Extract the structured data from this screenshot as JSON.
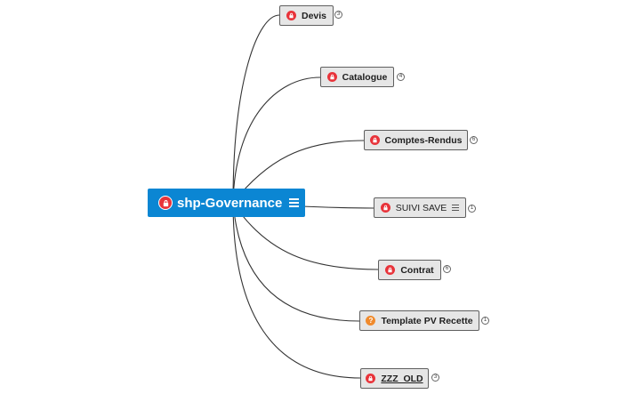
{
  "root": {
    "label": "shp-Governance",
    "icon": "lock-icon",
    "has_notes": true
  },
  "topics": [
    {
      "id": "devis",
      "label": "Devis",
      "icon": "lock-icon",
      "count": "3"
    },
    {
      "id": "catalogue",
      "label": "Catalogue",
      "icon": "lock-icon",
      "count": "4"
    },
    {
      "id": "comptes-rendus",
      "label": "Comptes-Rendus",
      "icon": "lock-icon",
      "count": "6"
    },
    {
      "id": "suivi-save",
      "label": "SUIVI SAVE",
      "icon": "lock-icon",
      "count": "1",
      "has_notes": true
    },
    {
      "id": "contrat",
      "label": "Contrat",
      "icon": "lock-icon",
      "count": "6"
    },
    {
      "id": "template-pv-recette",
      "label": "Template PV Recette",
      "icon": "question-icon",
      "count": "1"
    },
    {
      "id": "zzz-old",
      "label": "ZZZ_OLD",
      "icon": "lock-icon",
      "count": "3"
    }
  ],
  "colors": {
    "root_bg": "#0b86d3",
    "node_bg": "#e6e6e6",
    "lock": "#e8333a",
    "question": "#f08a2c"
  }
}
